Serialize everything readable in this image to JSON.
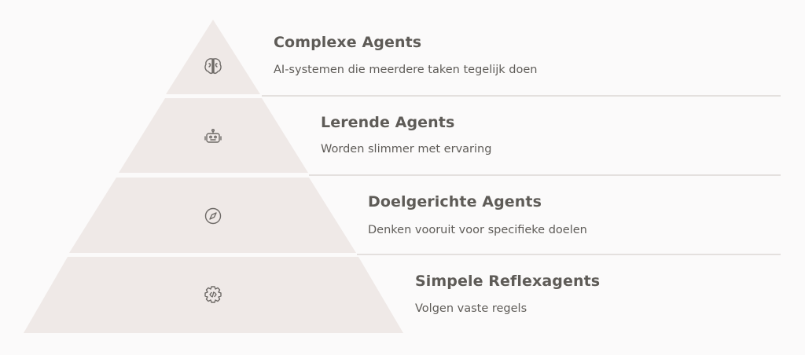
{
  "colors": {
    "tier_fill": "#efe9e7",
    "icon_stroke": "#6e6a67",
    "title_text": "#5e5b57",
    "desc_text": "#5f5c58",
    "divider": "#e4e0de",
    "background": "#fbfafa"
  },
  "tiers": [
    {
      "title": "Complexe Agents",
      "description": "AI-systemen die meerdere taken tegelijk doen",
      "icon": "brain-icon"
    },
    {
      "title": "Lerende Agents",
      "description": "Worden slimmer met ervaring",
      "icon": "robot-icon"
    },
    {
      "title": "Doelgerichte Agents",
      "description": "Denken vooruit voor specifieke doelen",
      "icon": "compass-icon"
    },
    {
      "title": "Simpele Reflexagents",
      "description": "Volgen vaste regels",
      "icon": "gear-code-icon"
    }
  ]
}
